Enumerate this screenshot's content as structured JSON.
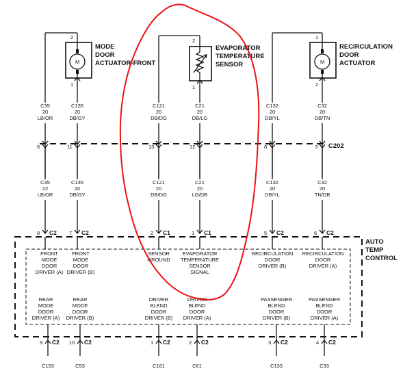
{
  "components": {
    "mode_door": {
      "title": [
        "MODE",
        "DOOR",
        "ACTUATOR-FRONT"
      ],
      "pin_top": "2",
      "pin_bottom": "1",
      "motor_label": "M"
    },
    "evap_sensor": {
      "title": [
        "EVAPORATOR",
        "TEMPERATURE",
        "SENSOR"
      ],
      "pin_top": "2",
      "pin_bottom": "1"
    },
    "recirc_door": {
      "title": [
        "RECIRCULATION",
        "DOOR",
        "ACTUATOR"
      ],
      "pin_top": "1",
      "pin_bottom": "2",
      "motor_label": "M"
    }
  },
  "wires_upper": [
    {
      "circuit": "C35",
      "gauge": "20",
      "color": "LB/OR"
    },
    {
      "circuit": "C135",
      "gauge": "20",
      "color": "DB/GY"
    },
    {
      "circuit": "C121",
      "gauge": "20",
      "color": "DB/DG"
    },
    {
      "circuit": "C21",
      "gauge": "20",
      "color": "DB/LG"
    },
    {
      "circuit": "C132",
      "gauge": "20",
      "color": "DB/YL"
    },
    {
      "circuit": "C32",
      "gauge": "20",
      "color": "DB/TN"
    }
  ],
  "c202": {
    "label": "C202",
    "pins": [
      "6",
      "11",
      "13",
      "12",
      "8",
      "3"
    ]
  },
  "wires_lower": [
    {
      "circuit": "C35",
      "gauge": "22",
      "color": "LB/OR"
    },
    {
      "circuit": "C135",
      "gauge": "20",
      "color": "DB/GY"
    },
    {
      "circuit": "C121",
      "gauge": "20",
      "color": "DB/DG"
    },
    {
      "circuit": "C21",
      "gauge": "20",
      "color": "LG/DB"
    },
    {
      "circuit": "C132",
      "gauge": "20",
      "color": "DB/YL"
    },
    {
      "circuit": "C32",
      "gauge": "20",
      "color": "TN/DB"
    }
  ],
  "module_pins_top": [
    {
      "pin": "8",
      "conn": "C2"
    },
    {
      "pin": "7",
      "conn": "C2"
    },
    {
      "pin": "2",
      "conn": "C1"
    },
    {
      "pin": "1",
      "conn": "C1"
    },
    {
      "pin": "5",
      "conn": "C2"
    },
    {
      "pin": "6",
      "conn": "C2"
    }
  ],
  "module": {
    "title": [
      "AUTO",
      "TEMP",
      "CONTROL"
    ]
  },
  "functions_top": [
    [
      "FRONT",
      "MODE",
      "DOOR",
      "DRIVER (A)"
    ],
    [
      "FRONT",
      "MODE",
      "DOOR",
      "DRIVER (B)"
    ],
    [
      "SENSOR",
      "GROUND"
    ],
    [
      "EVAPORATOR",
      "TEMPERATURE",
      "SENSOR",
      "SIGNAL"
    ],
    [
      "RECIRCULATION",
      "DOOR",
      "DRIVER (B)"
    ],
    [
      "RECIRCULATION",
      "DOOR",
      "DRIVER (A)"
    ]
  ],
  "functions_bottom": [
    [
      "REAR",
      "MODE",
      "DOOR",
      "DRIVER (A)"
    ],
    [
      "REAR",
      "MODE",
      "DOOR",
      "DRIVER (B)"
    ],
    [
      "DRIVER",
      "BLEND",
      "DOOR",
      "DRIVER (B)"
    ],
    [
      "DRIVER",
      "BLEND",
      "DOOR",
      "DRIVER (A)"
    ],
    [
      "PASSENGER",
      "BLEND",
      "DOOR",
      "DRIVER (B)"
    ],
    [
      "PASSENGER",
      "BLEND",
      "DOOR",
      "DRIVER (A)"
    ]
  ],
  "module_pins_bottom": [
    {
      "pin": "9",
      "conn": "C2",
      "circuit": "C153"
    },
    {
      "pin": "10",
      "conn": "C2",
      "circuit": "C53"
    },
    {
      "pin": "1",
      "conn": "C2",
      "circuit": "C161"
    },
    {
      "pin": "2",
      "conn": "C2",
      "circuit": "C61"
    },
    {
      "pin": "3",
      "conn": "C2",
      "circuit": "C133"
    },
    {
      "pin": "4",
      "conn": "C2",
      "circuit": "C33"
    }
  ],
  "colors": {
    "ink": "#111111",
    "annotation": "#e11111"
  }
}
